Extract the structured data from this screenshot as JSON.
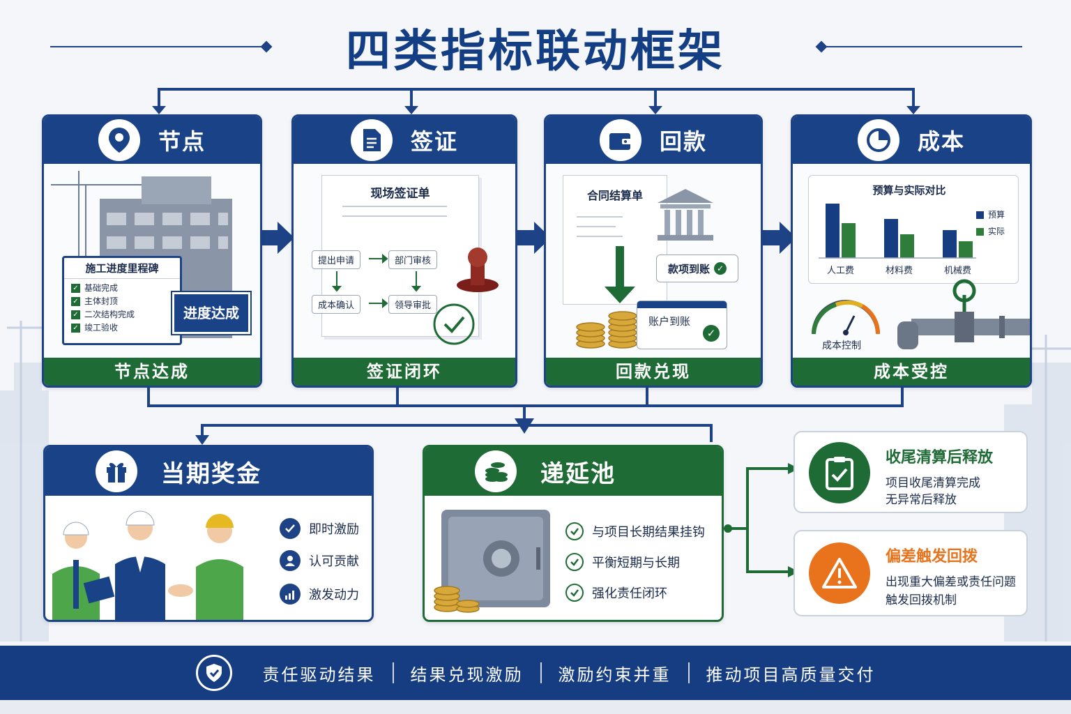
{
  "title": "四类指标联动框架",
  "cards": [
    {
      "title": "节点",
      "footer": "节点达成",
      "board_title": "施工进度里程碑",
      "board_items": [
        "基础完成",
        "主体封顶",
        "二次结构完成",
        "竣工验收"
      ],
      "sign": "进度达成"
    },
    {
      "title": "签证",
      "footer": "签证闭环",
      "doc_title": "现场签证单",
      "flow": [
        "提出申请",
        "部门审核",
        "成本确认",
        "领导审批"
      ]
    },
    {
      "title": "回款",
      "footer": "回款兑现",
      "doc_title": "合同结算单",
      "badge1": "款项到账",
      "badge2": "账户到账"
    },
    {
      "title": "成本",
      "footer": "成本受控",
      "chart_title": "预算与实际对比",
      "legend": [
        "预算",
        "实际"
      ],
      "gauge_label": "成本控制"
    }
  ],
  "chart_data": {
    "type": "bar",
    "title": "预算与实际对比",
    "categories": [
      "人工费",
      "材料费",
      "机械费"
    ],
    "series": [
      {
        "name": "预算",
        "values": [
          78,
          56,
          40
        ]
      },
      {
        "name": "实际",
        "values": [
          50,
          34,
          24
        ]
      }
    ],
    "legend_position": "right",
    "colors": [
      "#163d82",
      "#2e7d3a"
    ]
  },
  "bonus": {
    "title": "当期奖金",
    "items": [
      "即时激励",
      "认可贡献",
      "激发动力"
    ]
  },
  "pool": {
    "title": "递延池",
    "items": [
      "与项目长期结果挂钩",
      "平衡短期与长期",
      "强化责任闭环"
    ]
  },
  "release": {
    "title": "收尾清算后释放",
    "lines": [
      "项目收尾清算完成",
      "无异常后释放"
    ]
  },
  "clawback": {
    "title": "偏差触发回拨",
    "lines": [
      "出现重大偏差或责任问题",
      "触发回拨机制"
    ]
  },
  "footer": [
    "责任驱动结果",
    "结果兑现激励",
    "激励约束并重",
    "推动项目高质量交付"
  ],
  "colors": {
    "navy": "#1a4286",
    "green": "#1f6b36",
    "orange": "#e8731c"
  }
}
